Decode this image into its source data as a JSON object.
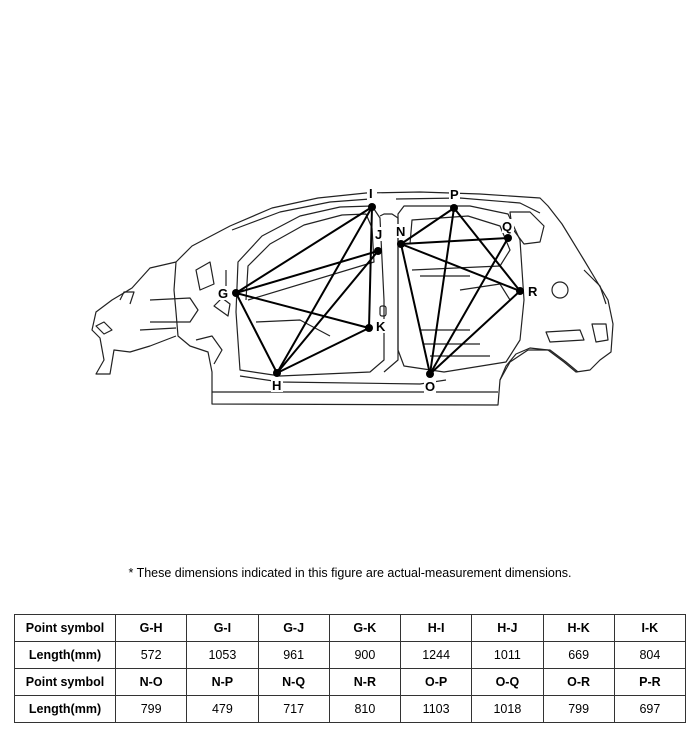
{
  "figure": {
    "point_labels": {
      "G": "G",
      "H": "H",
      "I": "I",
      "J": "J",
      "K": "K",
      "N": "N",
      "O": "O",
      "P": "P",
      "Q": "Q",
      "R": "R"
    },
    "measurement_pairs": [
      "G-H",
      "G-I",
      "G-J",
      "G-K",
      "H-I",
      "H-J",
      "H-K",
      "I-K",
      "N-O",
      "N-P",
      "N-Q",
      "N-R",
      "O-P",
      "O-Q",
      "O-R",
      "P-R"
    ]
  },
  "note": "*  These dimensions indicated in this figure are actual-measurement dimensions.",
  "table": {
    "rows": [
      {
        "label": "Point symbol",
        "cells": [
          "G-H",
          "G-I",
          "G-J",
          "G-K",
          "H-I",
          "H-J",
          "H-K",
          "I-K"
        ],
        "kind": "head"
      },
      {
        "label": "Length(mm)",
        "cells": [
          "572",
          "1053",
          "961",
          "900",
          "1244",
          "1011",
          "669",
          "804"
        ],
        "kind": "value"
      },
      {
        "label": "Point symbol",
        "cells": [
          "N-O",
          "N-P",
          "N-Q",
          "N-R",
          "O-P",
          "O-Q",
          "O-R",
          "P-R"
        ],
        "kind": "head"
      },
      {
        "label": "Length(mm)",
        "cells": [
          "799",
          "479",
          "717",
          "810",
          "1103",
          "1018",
          "799",
          "697"
        ],
        "kind": "value"
      }
    ]
  }
}
